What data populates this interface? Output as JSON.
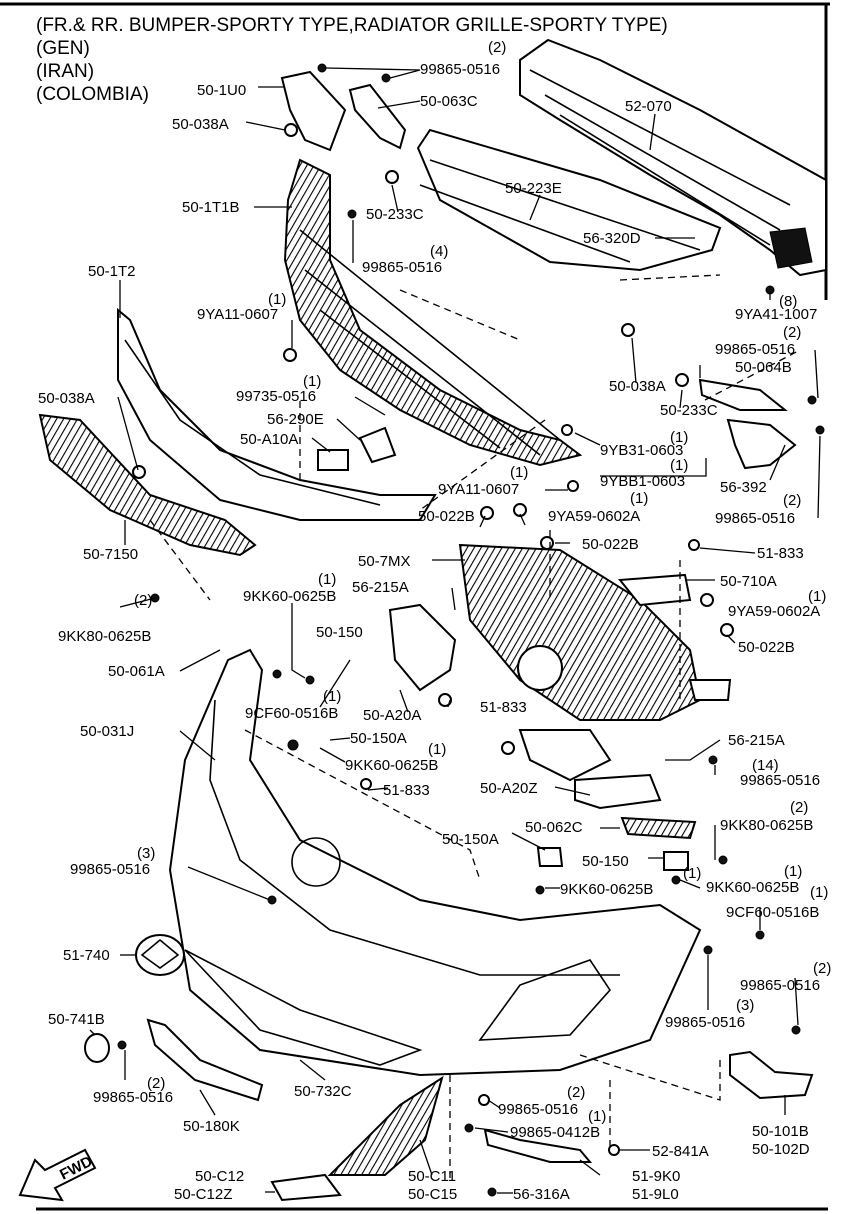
{
  "header": {
    "line1": "(FR.& RR. BUMPER-SPORTY TYPE,RADIATOR GRILLE-SPORTY TYPE)",
    "line2": "(GEN)",
    "line3": "(IRAN)",
    "line4": "(COLOMBIA)"
  },
  "fwd_label": "FWD",
  "labels": [
    "(2)",
    "99865-0516",
    "50-1U0",
    "50-063C",
    "52-070",
    "50-038A",
    "50-1T1B",
    "50-223E",
    "50-233C",
    "(4)",
    "99865-0516",
    "56-320D",
    "50-1T2",
    "(1)",
    "9YA11-0607",
    "(8)",
    "9YA41-1007",
    "(2)",
    "99865-0516",
    "50-038A",
    "50-064B",
    "(1)",
    "99735-0516",
    "50-038A",
    "50-233C",
    "56-290E",
    "50-A10A",
    "(1)",
    "9YB31-0603",
    "(1)",
    "9YBB1-0603",
    "(1)",
    "9YA11-0607",
    "56-392",
    "(2)",
    "99865-0516",
    "(1)",
    "50-022B",
    "9YA59-0602A",
    "50-7150",
    "50-7MX",
    "50-022B",
    "51-833",
    "56-215A",
    "50-710A",
    "(1)",
    "9KK60-0625B",
    "(1)",
    "(2)",
    "9YA59-0602A",
    "50-150",
    "9KK80-0625B",
    "50-022B",
    "50-061A",
    "(1)",
    "9CF60-0516B",
    "50-A20A",
    "51-833",
    "50-031J",
    "50-150A",
    "(1)",
    "56-215A",
    "9KK60-0625B",
    "(14)",
    "99865-0516",
    "51-833",
    "50-A20Z",
    "50-150A",
    "50-062C",
    "(2)",
    "9KK80-0625B",
    "(3)",
    "99865-0516",
    "50-150",
    "(1)",
    "(1)",
    "9KK60-0625B",
    "9KK60-0625B",
    "(1)",
    "9CF60-0516B",
    "51-740",
    "(2)",
    "99865-0516",
    "50-741B",
    "(3)",
    "99865-0516",
    "(2)",
    "99865-0516",
    "50-732C",
    "(2)",
    "99865-0516",
    "(1)",
    "50-180K",
    "99865-0412B",
    "52-841A",
    "50-101B",
    "50-102D",
    "50-C12",
    "50-C12Z",
    "50-C11",
    "50-C15",
    "56-316A",
    "51-9K0",
    "51-9L0"
  ]
}
